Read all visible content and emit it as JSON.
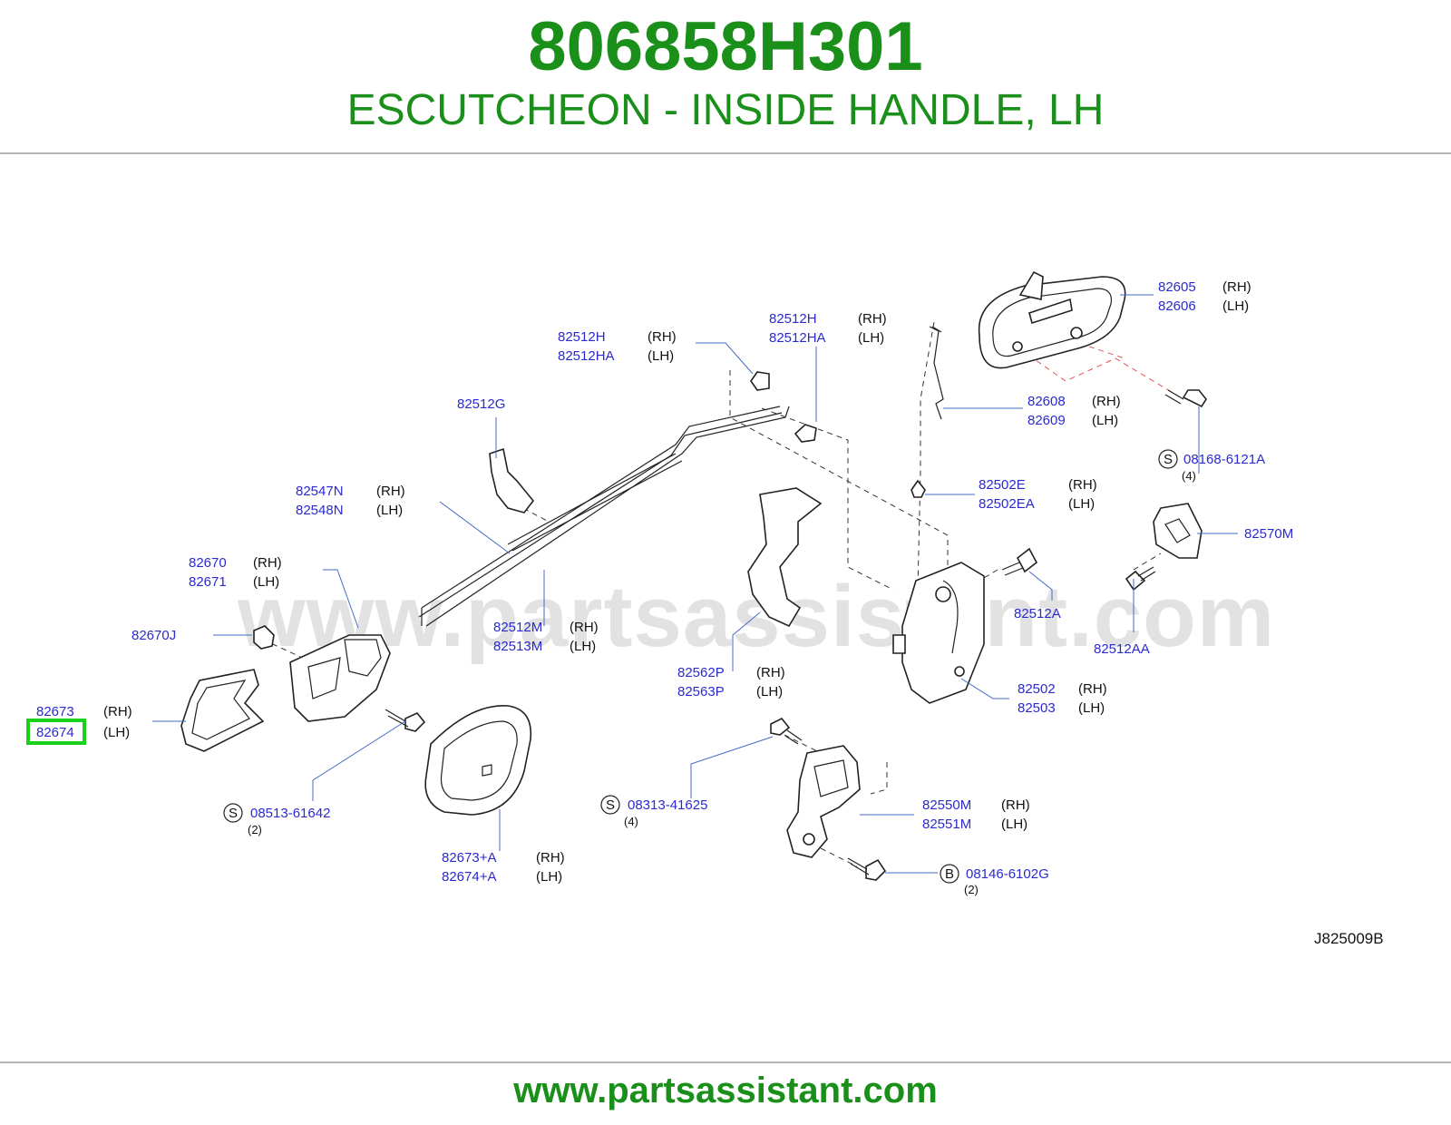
{
  "header": {
    "part_number": "806858H301",
    "description": "ESCUTCHEON - INSIDE HANDLE, LH"
  },
  "watermark": "www.partsassistant.com",
  "footer": {
    "url": "www.partsassistant.com"
  },
  "diagram": {
    "code": "J825009B",
    "highlighted_part": "82674",
    "colors": {
      "brand_green": "#1a8f1a",
      "part_number_blue": "#2a2ad0",
      "highlight": "#1ad11a",
      "leader": "#4468c4"
    },
    "labels": {
      "p82605": "82605",
      "p82606": "82606",
      "p82512H_a": "82512H",
      "p82512HA_a": "82512HA",
      "p82512H_b": "82512H",
      "p82512HA_b": "82512HA",
      "p82512G": "82512G",
      "p82608": "82608",
      "p82609": "82609",
      "p08168": "08168-6121A",
      "q08168": "(4)",
      "p82547N": "82547N",
      "p82548N": "82548N",
      "p82502E": "82502E",
      "p82502EA": "82502EA",
      "p82570M": "82570M",
      "p82670": "82670",
      "p82671": "82671",
      "p82670J": "82670J",
      "p82512A": "82512A",
      "p82512M": "82512M",
      "p82513M": "82513M",
      "p82512AA": "82512AA",
      "p82562P": "82562P",
      "p82563P": "82563P",
      "p82502": "82502",
      "p82503": "82503",
      "p82673": "82673",
      "p82674": "82674",
      "p08513": "08513-61642",
      "q08513": "(2)",
      "p08313": "08313-41625",
      "q08313": "(4)",
      "p82550M": "82550M",
      "p82551M": "82551M",
      "p82673A": "82673+A",
      "p82674A": "82674+A",
      "p08146": "08146-6102G",
      "q08146": "(2)"
    },
    "side": {
      "rh": "(RH)",
      "lh": "(LH)"
    },
    "prefix": {
      "s": "S",
      "b": "B"
    }
  }
}
